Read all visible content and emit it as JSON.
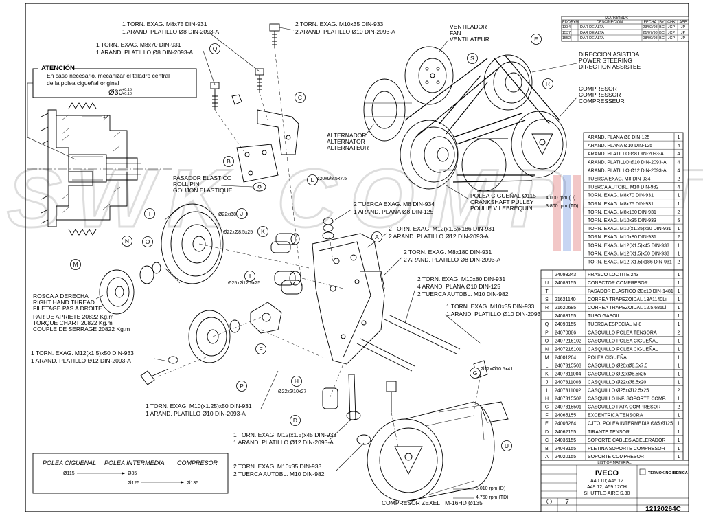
{
  "revisions": {
    "title": "REVISIONES",
    "headers": [
      "EDO",
      "SYM",
      "DESCRIPCION",
      "FECHA",
      "BY",
      "CHK",
      "APP"
    ],
    "rows": [
      {
        "edo": "1334",
        "sym": "",
        "desc": "DAR DE ALTA",
        "fecha": "23/02/98",
        "by": "BC",
        "chk": "JCP",
        "app": "JP"
      },
      {
        "edo": "1537",
        "sym": "",
        "desc": "DAR DE ALTA",
        "fecha": "21/07/98",
        "by": "BC",
        "chk": "JCP",
        "app": "JP"
      },
      {
        "edo": "1552",
        "sym": "",
        "desc": "DAR DE ALTA",
        "fecha": "08/09/98",
        "by": "BC",
        "chk": "JCP",
        "app": "JP"
      }
    ]
  },
  "warning": {
    "title": "ATENCIÓN",
    "line1": "En caso necesario, mecanizar el taladro central",
    "line2": "de la polea cigueñal original",
    "dim": "Ø30",
    "tol_hi": "+0.15",
    "tol_lo": "+0.10"
  },
  "dim17": "17",
  "callouts": {
    "top_left1": "1 TORN. EXAG. M8x75 DIN-931",
    "top_left2": "1 ARAND. PLATILLO Ø8 DIN-2093-A",
    "mid_left1": "1 TORN. EXAG. M8x70 DIN-931",
    "mid_left2": "1 ARAND. PLATILLO Ø8 DIN-2093-A",
    "top_mid1": "2 TORN. EXAG. M10x35 DIN-933",
    "top_mid2": "2 ARAND. PLATILLO Ø10 DIN-2093-A",
    "fan": [
      "VENTILADOR",
      "FAN",
      "VENTILATEUR"
    ],
    "steering": [
      "DIRECCION ASISTIDA",
      "POWER STEERING",
      "DIRECTION ASSISTEE"
    ],
    "compressor": [
      "COMPRESOR",
      "COMPRESSOR",
      "COMPRESSEUR"
    ],
    "alternator": [
      "ALTERNADOR",
      "ALTERNATOR",
      "ALTERNATEUR"
    ],
    "rollpin": [
      "PASADOR ELASTICO",
      "ROLL PIN",
      "GOUJON ELASTIQUE"
    ],
    "bushing_l": "Ø20xØ8.5x7.5",
    "bushing_j": "Ø22xØ8.5x20",
    "bushing_k": "Ø22xØ8.5x25",
    "bushing_i": "Ø25xØ12.5x25",
    "bushing_g": "Ø22xØ10.5x41",
    "bushing_h": "Ø22xØ10x27",
    "nut1": "2 TUERCA EXAG. M8 DIN-934",
    "nut2": "1 ARAND. PLANA Ø8 DIN-125",
    "crank": [
      "POLEA CIGUEÑAL Ø115",
      "CRANKSHAFT PULLEY",
      "POULIE VILEBREQUIN"
    ],
    "rpm1": "4.000 rpm (D)",
    "rpm2": "3.800 rpm (TD)",
    "screw186_1": "2 TORN. EXAG. M12(x1.5)x186 DIN-931",
    "screw186_2": "2 ARAND. PLATILLO Ø12 DIN-2093-A",
    "screw180_1": "2 TORN. EXAG. M8x180 DIN-931",
    "screw180_2": "2 ARAND. PLATILLO Ø8 DIN-2093-A",
    "screw80_1": "2 TORN. EXAG. M10x80 DIN-931",
    "screw80_2": "4 ARAND. PLANA Ø10 DIN-125",
    "screw80_3": "2 TUERCA AUTOBL. M10 DIN-982",
    "screw35_1": "1 TORN. EXAG. M10x35 DIN-933",
    "screw35_2": "1 ARAND. PLATILLO Ø10 DIN-2093-A",
    "thread": [
      "ROSCA A DERECHA",
      "RIGHT HAND THREAD",
      "FILETAGE PAS A DROITE"
    ],
    "torque": [
      "PAR DE APRIETE 20822 Kg.m",
      "TORQUE CHART 20822 Kg.m",
      "COUPLE DE SERRAGE 20822 Kg.m"
    ],
    "bl1": "1 TORN. EXAG. M12(x1.5)x50 DIN-933",
    "bl2": "1 ARAND. PLATILLO Ø12 DIN-2093-A",
    "bm1": "1 TORN. EXAG. M10(x1.25)x50 DIN-931",
    "bm2": "1 ARAND. PLATILLO Ø10 DIN-2093-A",
    "bc1": "1 TORN. EXAG. M12(x1.5)x45 DIN-933",
    "bc2": "1 ARAND. PLATILLO Ø12 DIN-2093-A",
    "bb1": "2 TORN. EXAG. M10x35 DIN-933",
    "bb2": "2 TUERCA AUTOBL. M10 DIN-982",
    "zexel": "COMPRESOR ZEXEL TM-16HD Ø135",
    "rpm3": "5.010 rpm (D)",
    "rpm4": "4.760 rpm (TD)"
  },
  "pulley_table": {
    "h1": "POLEA CIGUEÑAL",
    "h2": "POLEA INTERMEDIA",
    "h3": "COMPRESOR",
    "v1": "Ø115",
    "v2": "Ø85",
    "v3": "Ø125",
    "v4": "Ø135"
  },
  "letters": [
    "Q",
    "C",
    "B",
    "L",
    "T",
    "N",
    "O",
    "M",
    "J",
    "K",
    "I",
    "F",
    "P",
    "H",
    "D",
    "A",
    "G",
    "U",
    "E",
    "R",
    "S"
  ],
  "bom_upper": [
    {
      "desc": "ARAND. PLANA Ø8 DIN-125",
      "qty": "1"
    },
    {
      "desc": "ARAND. PLANA Ø10 DIN-125",
      "qty": "4"
    },
    {
      "desc": "ARAND. PLATILLO Ø8 DIN-2093-A",
      "qty": "4"
    },
    {
      "desc": "ARAND. PLATILLO Ø10 DIN-2093-A",
      "qty": "4"
    },
    {
      "desc": "ARAND. PLATILLO Ø12 DIN-2093-A",
      "qty": "4"
    },
    {
      "desc": "TUERCA EXAG. M8 DIN-934",
      "qty": "2"
    },
    {
      "desc": "TUERCA AUTOBL. M10 DIN-982",
      "qty": "4"
    },
    {
      "desc": "TORN. EXAG. M8x70 DIN-931",
      "qty": "1"
    },
    {
      "desc": "TORN. EXAG. M8x75 DIN-931",
      "qty": "1"
    },
    {
      "desc": "TORN. EXAG. M8x180 DIN-931",
      "qty": "2"
    },
    {
      "desc": "TORN. EXAG. M10x35 DIN-933",
      "qty": "5"
    },
    {
      "desc": "TORN. EXAG. M10(x1.25)x50 DIN-931",
      "qty": "1"
    },
    {
      "desc": "TORN. EXAG. M10x80 DIN-931",
      "qty": "2"
    },
    {
      "desc": "TORN. EXAG. M12(X1.5)x45 DIN-933",
      "qty": "1"
    },
    {
      "desc": "TORN. EXAG. M12(X1.5)x50 DIN-933",
      "qty": "1"
    },
    {
      "desc": "TORN. EXAG. M12(X1.5)x186 DIN-931",
      "qty": "2"
    }
  ],
  "bom_lower": [
    {
      "letter": "",
      "part": "24093243",
      "desc": "FRASCO LOCTITE 243",
      "qty": "1"
    },
    {
      "letter": "U",
      "part": "24089155",
      "desc": "CONECTOR COMPRESOR",
      "qty": "1"
    },
    {
      "letter": "T",
      "part": "",
      "desc": "PASADOR ELASTICO Ø3x10 DIN-1481",
      "qty": "1"
    },
    {
      "letter": "S",
      "part": "21621140",
      "desc": "CORREA TRAPEZOIDAL 13A1140Li",
      "qty": "1"
    },
    {
      "letter": "R",
      "part": "21620685",
      "desc": "CORREA TRAPEZOIDAL 12.5.685Li",
      "qty": "1"
    },
    {
      "letter": "",
      "part": "24083155",
      "desc": "TUBO GASOIL",
      "qty": "1"
    },
    {
      "letter": "Q",
      "part": "24090155",
      "desc": "TUERCA ESPECIAL M-8",
      "qty": "1"
    },
    {
      "letter": "P",
      "part": "24070086",
      "desc": "CASQUILLO POLEA TENSORA",
      "qty": "2"
    },
    {
      "letter": "O",
      "part": "2407216102",
      "desc": "CASQUILLO POLEA CIGUEÑAL",
      "qty": "1"
    },
    {
      "letter": "N",
      "part": "2407216101",
      "desc": "CASQUILLO POLEA CIGUEÑAL",
      "qty": "1"
    },
    {
      "letter": "M",
      "part": "24001264",
      "desc": "POLEA CIGUEÑAL",
      "qty": "1"
    },
    {
      "letter": "L",
      "part": "2407315503",
      "desc": "CASQUILLO Ø20xØ8.5x7.5",
      "qty": "1"
    },
    {
      "letter": "K",
      "part": "2407311004",
      "desc": "CASQUILLO Ø22xØ8.5x25",
      "qty": "1"
    },
    {
      "letter": "J",
      "part": "2407311003",
      "desc": "CASQUILLO Ø22xØ8.5x20",
      "qty": "1"
    },
    {
      "letter": "I",
      "part": "2407311002",
      "desc": "CASQUILLO Ø25xØ12.5x25",
      "qty": "2"
    },
    {
      "letter": "H",
      "part": "2407315502",
      "desc": "CASQUILLO INF. SOPORTE COMP.",
      "qty": "1"
    },
    {
      "letter": "G",
      "part": "2407315501",
      "desc": "CASQUILLO PATA COMPRESOR",
      "qty": "2"
    },
    {
      "letter": "F",
      "part": "24065155",
      "desc": "EXCENTRICA TENSORA",
      "qty": "1"
    },
    {
      "letter": "E",
      "part": "24008284",
      "desc": "CJTO. POLEA INTERMEDIA Ø85;Ø125",
      "qty": "1"
    },
    {
      "letter": "D",
      "part": "24062155",
      "desc": "TIRANTE TENSOR",
      "qty": "1"
    },
    {
      "letter": "C",
      "part": "24036155",
      "desc": "SOPORTE CABLES ACELERADOR",
      "qty": "1"
    },
    {
      "letter": "B",
      "part": "24049155",
      "desc": "PLETINA SOPORTE COMPRESOR",
      "qty": "1"
    },
    {
      "letter": "A",
      "part": "24020155",
      "desc": "SOPORTE COMPRESOR",
      "qty": "1"
    }
  ],
  "title_block": {
    "list_title": "LIST OF MATERIAL",
    "brand": "IVECO",
    "models1": "A40.10; A45.12",
    "models2": "A49.12; A59.12CH",
    "product": "SHUTTLE-AIRE S.30",
    "sheet": "7",
    "drawing_no": "12120264C",
    "company": "TERMOKING IBERICA"
  },
  "watermark": "SWK COMPUTER"
}
